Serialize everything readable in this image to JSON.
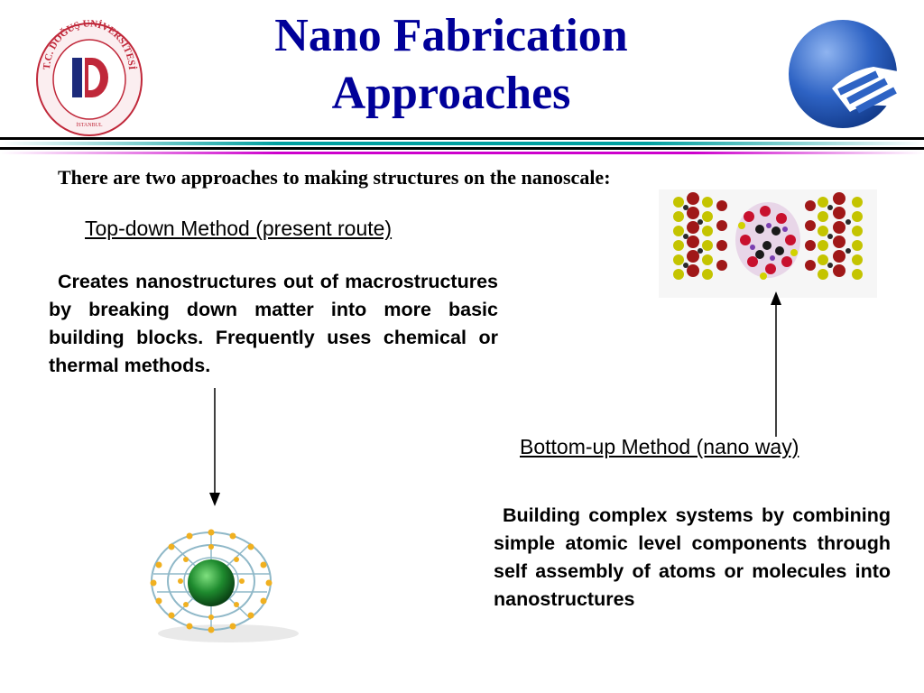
{
  "slide": {
    "title_line1": "Nano Fabrication",
    "title_line2": "Approaches",
    "intro": "There are two approaches to making structures on the nanoscale:",
    "top_down": {
      "heading": "Top-down Method (present route)",
      "text": "Creates nanostructures out of macrostructures by breaking down matter into more basic building blocks. Frequently uses chemical or thermal methods."
    },
    "bottom_up": {
      "heading": "Bottom-up Method (nano way)",
      "text": "Building complex systems by combining simple atomic level components through self assembly of atoms or molecules into nanostructures"
    }
  },
  "logos": {
    "left_seal": "T.C. DOĞUŞ ÜNİVERSİTESİ",
    "left_seal_city": "İSTANBUL",
    "right_logo_icon": "globe-logo-icon"
  },
  "colors": {
    "title": "#000099",
    "rule_teal": "#00a0a0",
    "rule_magenta": "#cc00cc",
    "seal_red": "#c0283a",
    "seal_blue": "#1c2a7a",
    "globe_blue": "#2e63c4"
  }
}
